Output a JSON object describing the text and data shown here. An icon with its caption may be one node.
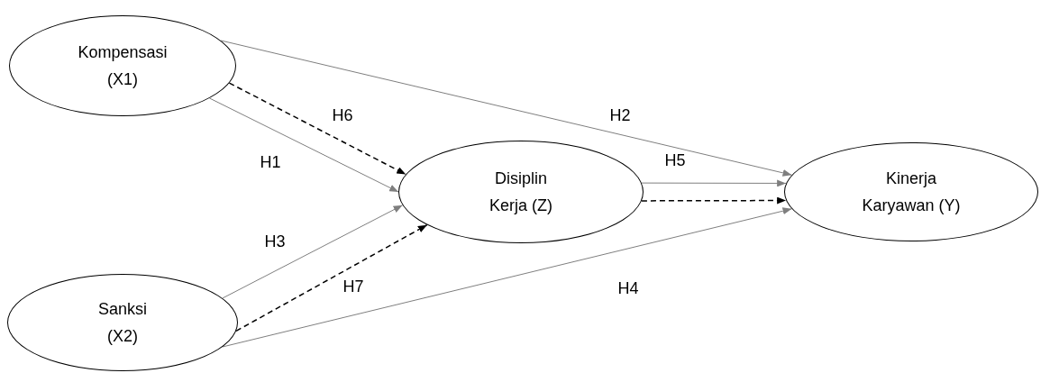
{
  "diagram": {
    "nodes": [
      {
        "text": [
          "Kompensasi (X1)"
        ]
      },
      {
        "text": [
          "Sanksi (X2)"
        ]
      },
      {
        "text": [
          "Disiplin Kerja (Z)"
        ]
      },
      {
        "text": [
          "Kinerja Karyawan (Y)"
        ]
      }
    ],
    "edges": [
      {
        "from": 0,
        "to": 2,
        "arrow": "to",
        "label": "H1"
      },
      {
        "from": 0,
        "to": 2,
        "arrow": "to",
        "label": "H6",
        "style": "dashed",
        "color": "#000000"
      },
      {
        "from": 0,
        "to": 3,
        "arrow": "to",
        "label": "H2"
      },
      {
        "from": 1,
        "to": 2,
        "arrow": "to",
        "label": "H3"
      },
      {
        "from": 1,
        "to": 2,
        "arrow": "to",
        "label": "H7",
        "style": "dashed",
        "color": "#000000"
      },
      {
        "from": 1,
        "to": 3,
        "arrow": "to",
        "label": "H4"
      },
      {
        "from": 2,
        "to": 3,
        "arrow": "to",
        "label": "H5"
      },
      {
        "from": 2,
        "to": 3,
        "arrow": "to",
        "style": "dashed",
        "color": "#000000"
      }
    ]
  }
}
